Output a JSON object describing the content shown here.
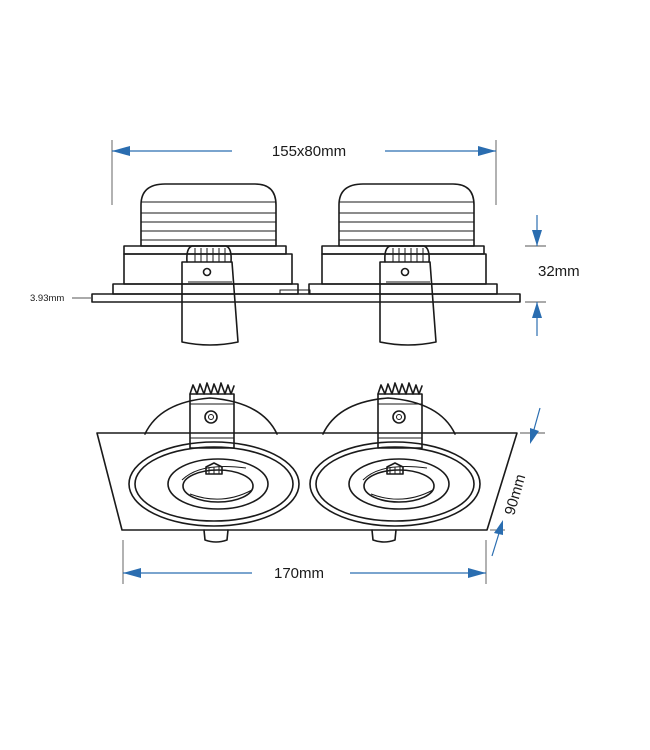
{
  "dimensions": {
    "top_width": "155x80mm",
    "height": "32mm",
    "flange_thickness": "3.93mm",
    "bottom_width": "170mm",
    "depth": "90mm"
  },
  "colors": {
    "line": "#1a1a1a",
    "dimension": "#2a6db0",
    "background": "#ffffff"
  }
}
